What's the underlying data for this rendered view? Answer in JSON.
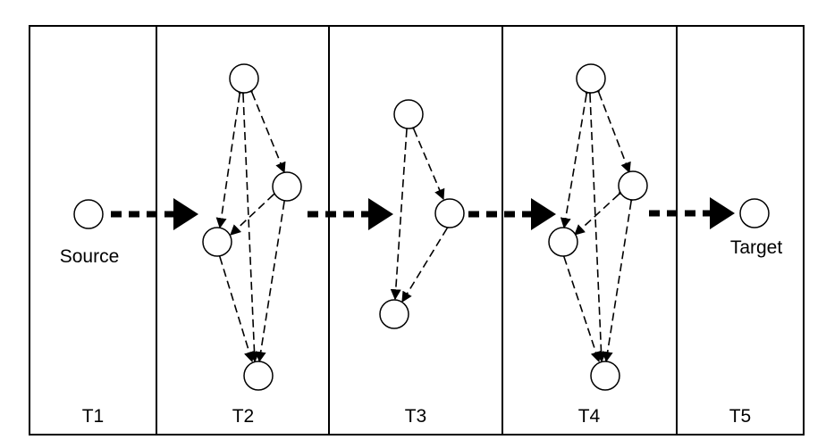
{
  "diagram": {
    "panels": [
      "T1",
      "T2",
      "T3",
      "T4",
      "T5"
    ],
    "source_label": "Source",
    "target_label": "Target"
  }
}
